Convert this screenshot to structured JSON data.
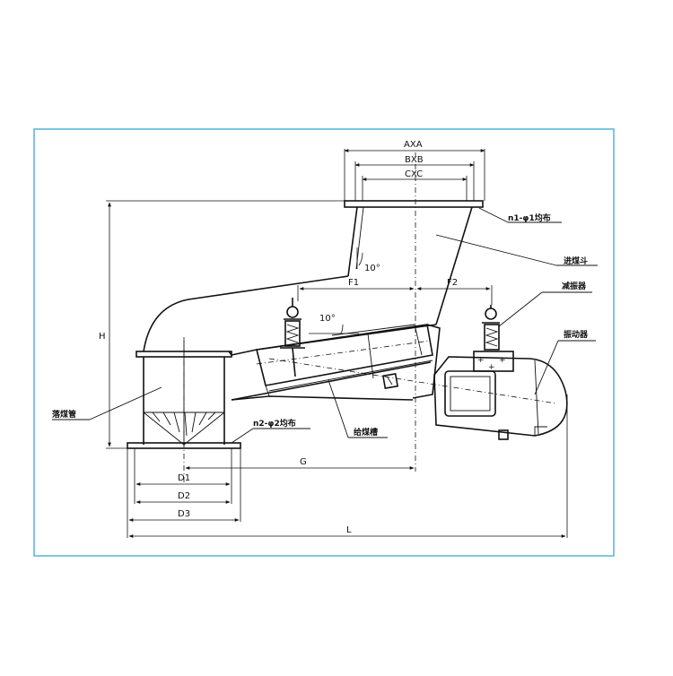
{
  "frame_color": "#5fb7d8",
  "line_color": "#111111",
  "dimensions": {
    "axa": "AXA",
    "bxb": "BXB",
    "cxc": "CXC",
    "h": "H",
    "f1": "F1",
    "f2": "F2",
    "angle_top": "10°",
    "angle_trough": "10°",
    "g": "G",
    "d1": "D1",
    "d2": "D2",
    "d3": "D3",
    "l": "L"
  },
  "callouts": {
    "top_holes": "n1-φ1均布",
    "inlet_hopper": "进煤斗",
    "damper": "减振器",
    "vibrator": "振动器",
    "chute": "落煤管",
    "bottom_holes": "n2-φ2均布",
    "trough": "给煤槽"
  }
}
